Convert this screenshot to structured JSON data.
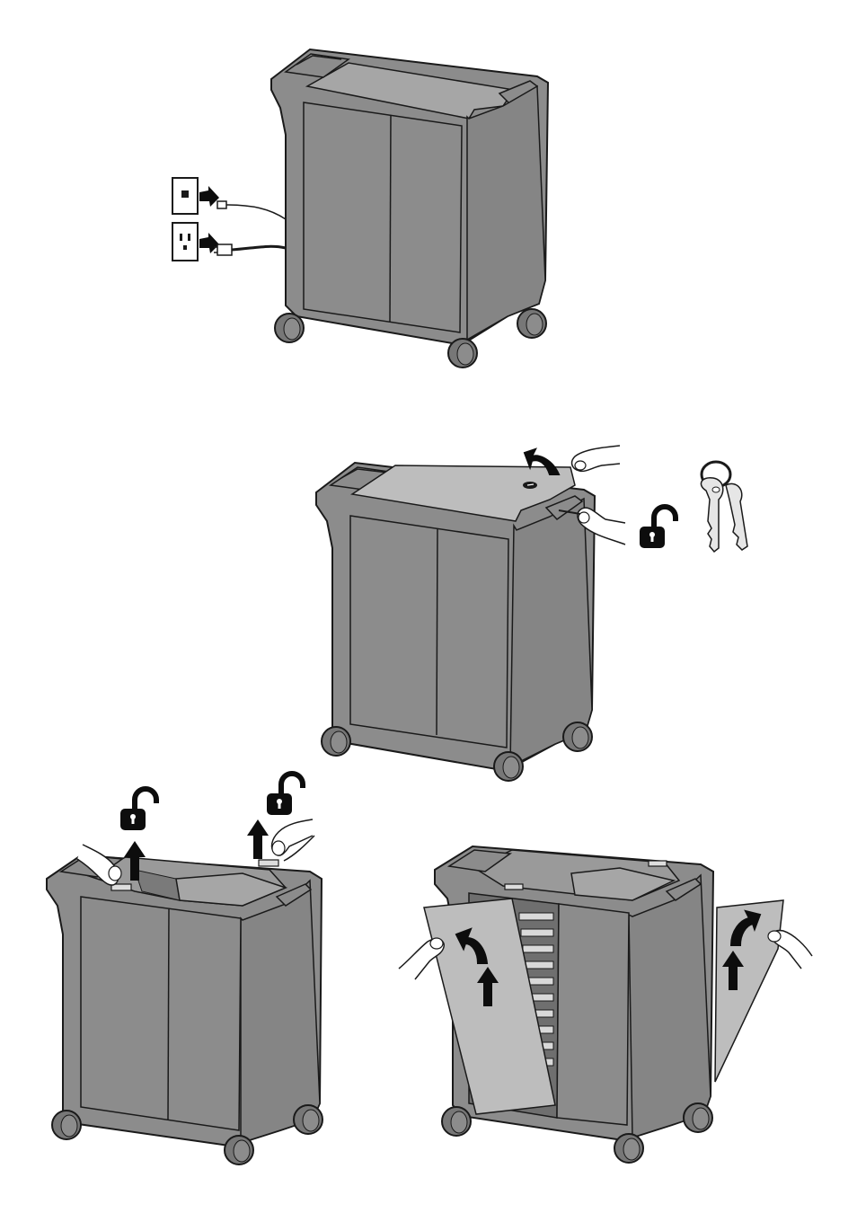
{
  "colors": {
    "cabinet": "#8c8c8c",
    "cabinet_dark": "#6f6f6f",
    "lid": "#a6a6a6",
    "panel": "#bdbdbd",
    "outline": "#1a1a1a",
    "wheel": "#777777",
    "arrow": "#0d0d0d"
  },
  "steps": [
    {
      "name": "unplug-cables",
      "icons": [
        "phone-jack-icon",
        "power-outlet-icon",
        "network-plug-icon",
        "power-plug-icon"
      ]
    },
    {
      "name": "unlock-top-lid",
      "icons": [
        "hand-icon",
        "unlock-icon",
        "keys-icon",
        "curved-arrow-icon"
      ]
    },
    {
      "name": "release-latches",
      "icons": [
        "hand-icon",
        "unlock-icon",
        "up-arrow-icon"
      ]
    },
    {
      "name": "remove-side-panels",
      "icons": [
        "hand-icon",
        "up-arrow-icon",
        "curved-arrow-icon"
      ]
    }
  ]
}
